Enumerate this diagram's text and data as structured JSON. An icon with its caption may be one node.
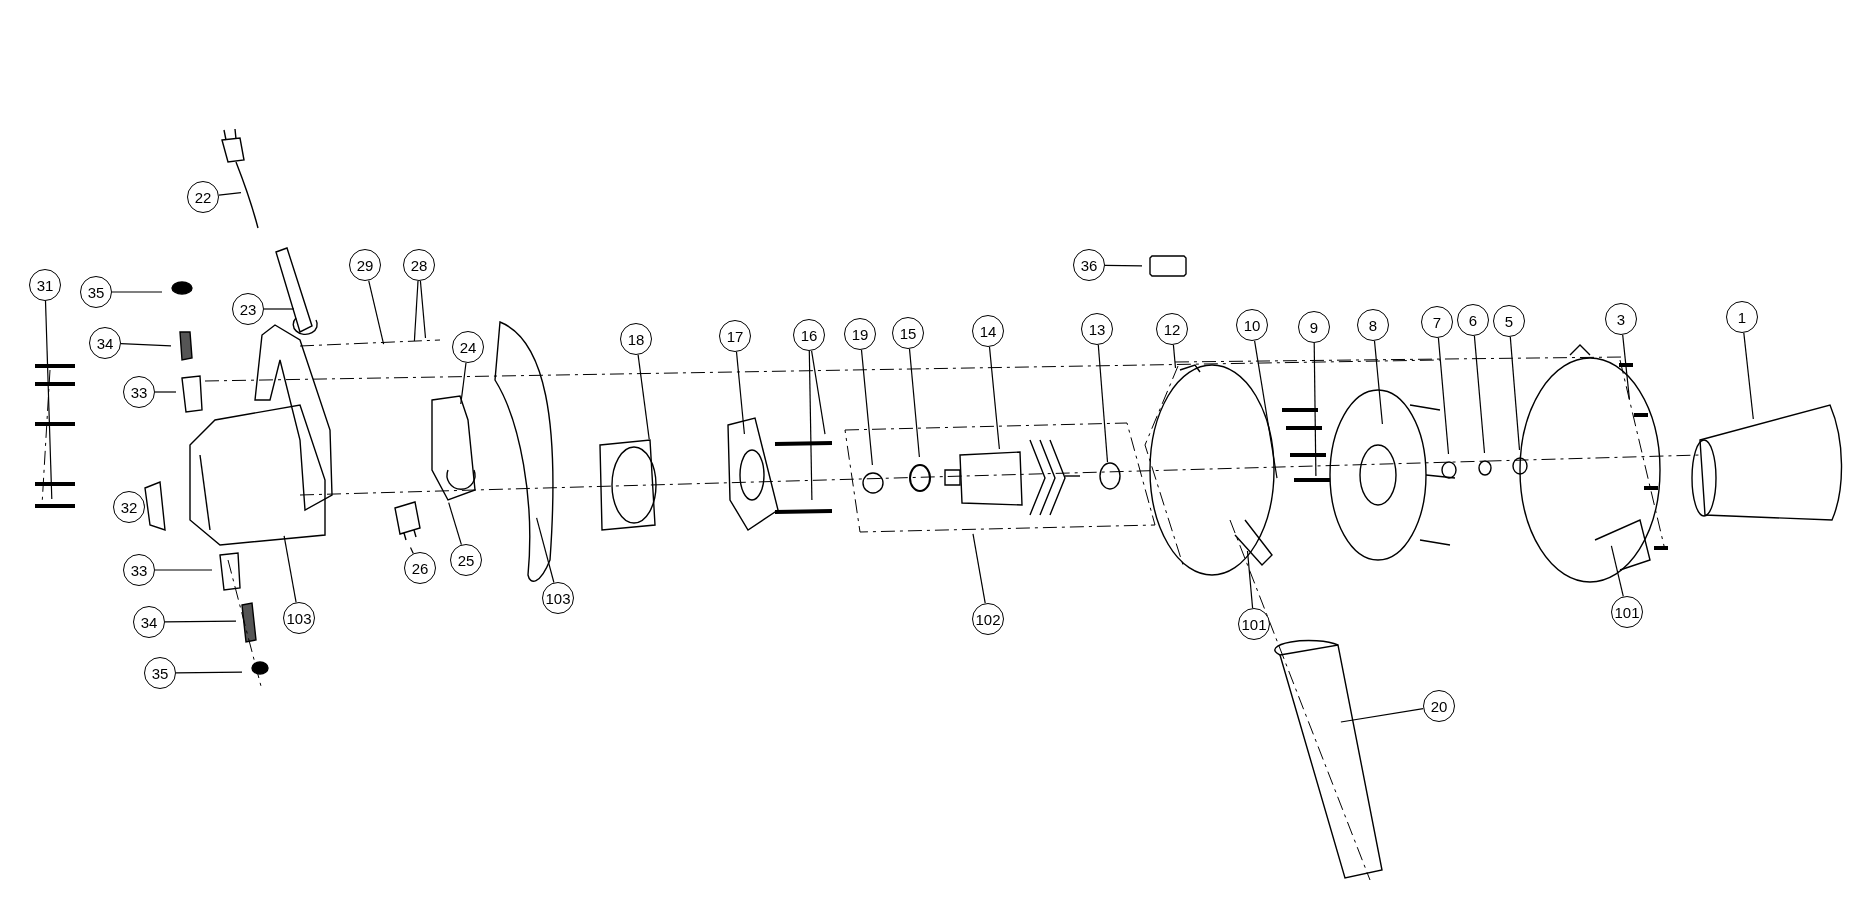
{
  "diagram": {
    "nodes": [
      {
        "text": [
          "22"
        ]
      },
      {
        "text": [
          "36"
        ]
      },
      {
        "text": [
          "29"
        ]
      },
      {
        "text": [
          "28"
        ]
      },
      {
        "text": [
          "23"
        ]
      },
      {
        "text": [
          "31"
        ]
      },
      {
        "text": [
          "35"
        ]
      },
      {
        "text": [
          "34"
        ]
      },
      {
        "text": [
          "1"
        ]
      },
      {
        "text": [
          "3"
        ]
      },
      {
        "text": [
          "5"
        ]
      },
      {
        "text": [
          "6"
        ]
      },
      {
        "text": [
          "7"
        ]
      },
      {
        "text": [
          "8"
        ]
      },
      {
        "text": [
          "9"
        ]
      },
      {
        "text": [
          "10"
        ]
      },
      {
        "text": [
          "12"
        ]
      },
      {
        "text": [
          "13"
        ]
      },
      {
        "text": [
          "14"
        ]
      },
      {
        "text": [
          "15"
        ]
      },
      {
        "text": [
          "16"
        ]
      },
      {
        "text": [
          "17"
        ]
      },
      {
        "text": [
          "18"
        ]
      },
      {
        "text": [
          "19"
        ]
      },
      {
        "text": [
          "24"
        ]
      },
      {
        "text": [
          "33"
        ]
      },
      {
        "text": [
          "32"
        ]
      },
      {
        "text": [
          "26"
        ]
      },
      {
        "text": [
          "25"
        ]
      },
      {
        "text": [
          "33"
        ]
      },
      {
        "text": [
          "101"
        ]
      },
      {
        "text": [
          "101"
        ]
      },
      {
        "text": [
          "103"
        ]
      },
      {
        "text": [
          "103"
        ]
      },
      {
        "text": [
          "34"
        ]
      },
      {
        "text": [
          "102"
        ]
      },
      {
        "text": [
          "35"
        ]
      },
      {
        "text": [
          "20"
        ]
      }
    ],
    "edges": [
      {
        "from": 0,
        "to": null,
        "arrow": "none"
      },
      {
        "from": 1,
        "to": null,
        "arrow": "none"
      },
      {
        "from": 2,
        "to": null,
        "arrow": "none"
      },
      {
        "from": 3,
        "to": null,
        "arrow": "none"
      },
      {
        "from": 3,
        "to": null,
        "arrow": "none"
      },
      {
        "from": 4,
        "to": null,
        "arrow": "none"
      },
      {
        "from": 5,
        "to": null,
        "arrow": "none"
      },
      {
        "from": 6,
        "to": null,
        "arrow": "none"
      },
      {
        "from": 7,
        "to": null,
        "arrow": "none"
      },
      {
        "from": 8,
        "to": null,
        "arrow": "none"
      },
      {
        "from": 9,
        "to": null,
        "arrow": "none"
      },
      {
        "from": 10,
        "to": null,
        "arrow": "none"
      },
      {
        "from": 11,
        "to": null,
        "arrow": "none"
      },
      {
        "from": 12,
        "to": null,
        "arrow": "none"
      },
      {
        "from": 13,
        "to": null,
        "arrow": "none"
      },
      {
        "from": 14,
        "to": null,
        "arrow": "none"
      },
      {
        "from": 15,
        "to": null,
        "arrow": "none"
      },
      {
        "from": 16,
        "to": null,
        "arrow": "none"
      },
      {
        "from": 17,
        "to": null,
        "arrow": "none"
      },
      {
        "from": 18,
        "to": null,
        "arrow": "none"
      },
      {
        "from": 19,
        "to": null,
        "arrow": "none"
      },
      {
        "from": 20,
        "to": null,
        "arrow": "none"
      },
      {
        "from": 20,
        "to": null,
        "arrow": "none"
      },
      {
        "from": 21,
        "to": null,
        "arrow": "none"
      },
      {
        "from": 22,
        "to": null,
        "arrow": "none"
      },
      {
        "from": 23,
        "to": null,
        "arrow": "none"
      },
      {
        "from": 24,
        "to": null,
        "arrow": "none"
      },
      {
        "from": 25,
        "to": null,
        "arrow": "none"
      },
      {
        "from": 26,
        "to": null,
        "arrow": "none"
      },
      {
        "from": 27,
        "to": null,
        "arrow": "none"
      },
      {
        "from": 28,
        "to": null,
        "arrow": "none"
      },
      {
        "from": 29,
        "to": null,
        "arrow": "none"
      },
      {
        "from": 30,
        "to": null,
        "arrow": "none"
      },
      {
        "from": 31,
        "to": null,
        "arrow": "none"
      },
      {
        "from": 32,
        "to": null,
        "arrow": "none"
      },
      {
        "from": 33,
        "to": null,
        "arrow": "none"
      },
      {
        "from": 34,
        "to": null,
        "arrow": "none"
      },
      {
        "from": 35,
        "to": null,
        "arrow": "none"
      },
      {
        "from": 36,
        "to": null,
        "arrow": "none"
      },
      {
        "from": 37,
        "to": null,
        "arrow": "none"
      }
    ]
  }
}
